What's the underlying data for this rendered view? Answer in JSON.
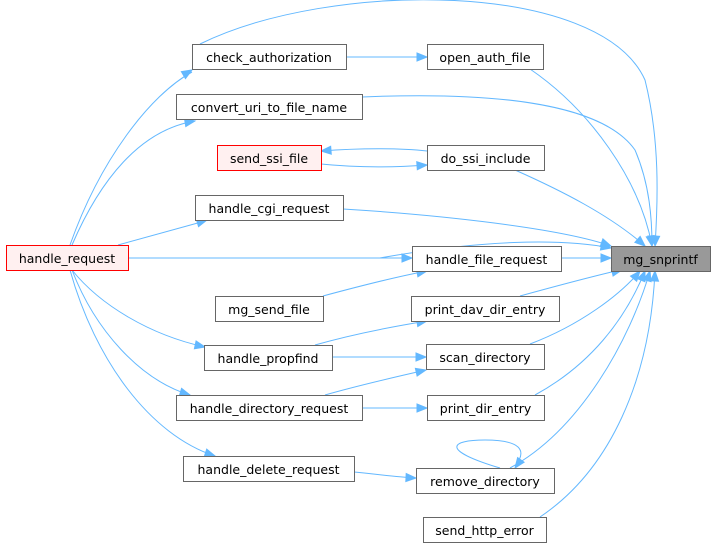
{
  "graph": {
    "root": "mg_snprintf",
    "nodes": {
      "handle_request": "handle_request",
      "check_authorization": "check_authorization",
      "open_auth_file": "open_auth_file",
      "convert_uri_to_file_name": "convert_uri_to_file_name",
      "send_ssi_file": "send_ssi_file",
      "do_ssi_include": "do_ssi_include",
      "handle_cgi_request": "handle_cgi_request",
      "handle_file_request": "handle_file_request",
      "mg_snprintf": "mg_snprintf",
      "mg_send_file": "mg_send_file",
      "print_dav_dir_entry": "print_dav_dir_entry",
      "handle_propfind": "handle_propfind",
      "scan_directory": "scan_directory",
      "handle_directory_request": "handle_directory_request",
      "print_dir_entry": "print_dir_entry",
      "handle_delete_request": "handle_delete_request",
      "remove_directory": "remove_directory",
      "send_http_error": "send_http_error"
    },
    "highlighted_nodes": [
      "handle_request",
      "send_ssi_file"
    ],
    "edges": [
      [
        "handle_request",
        "check_authorization"
      ],
      [
        "handle_request",
        "convert_uri_to_file_name"
      ],
      [
        "handle_request",
        "handle_cgi_request"
      ],
      [
        "handle_request",
        "handle_file_request"
      ],
      [
        "handle_request",
        "handle_propfind"
      ],
      [
        "handle_request",
        "handle_directory_request"
      ],
      [
        "handle_request",
        "handle_delete_request"
      ],
      [
        "handle_request",
        "mg_snprintf"
      ],
      [
        "check_authorization",
        "open_auth_file"
      ],
      [
        "check_authorization",
        "mg_snprintf"
      ],
      [
        "open_auth_file",
        "mg_snprintf"
      ],
      [
        "convert_uri_to_file_name",
        "mg_snprintf"
      ],
      [
        "send_ssi_file",
        "do_ssi_include"
      ],
      [
        "do_ssi_include",
        "send_ssi_file"
      ],
      [
        "do_ssi_include",
        "mg_snprintf"
      ],
      [
        "handle_cgi_request",
        "mg_snprintf"
      ],
      [
        "handle_file_request",
        "mg_snprintf"
      ],
      [
        "mg_send_file",
        "handle_file_request"
      ],
      [
        "handle_propfind",
        "print_dav_dir_entry"
      ],
      [
        "handle_propfind",
        "scan_directory"
      ],
      [
        "print_dav_dir_entry",
        "mg_snprintf"
      ],
      [
        "scan_directory",
        "mg_snprintf"
      ],
      [
        "handle_directory_request",
        "scan_directory"
      ],
      [
        "handle_directory_request",
        "print_dir_entry"
      ],
      [
        "print_dir_entry",
        "mg_snprintf"
      ],
      [
        "handle_delete_request",
        "remove_directory"
      ],
      [
        "remove_directory",
        "remove_directory"
      ],
      [
        "remove_directory",
        "mg_snprintf"
      ],
      [
        "send_http_error",
        "mg_snprintf"
      ]
    ]
  }
}
